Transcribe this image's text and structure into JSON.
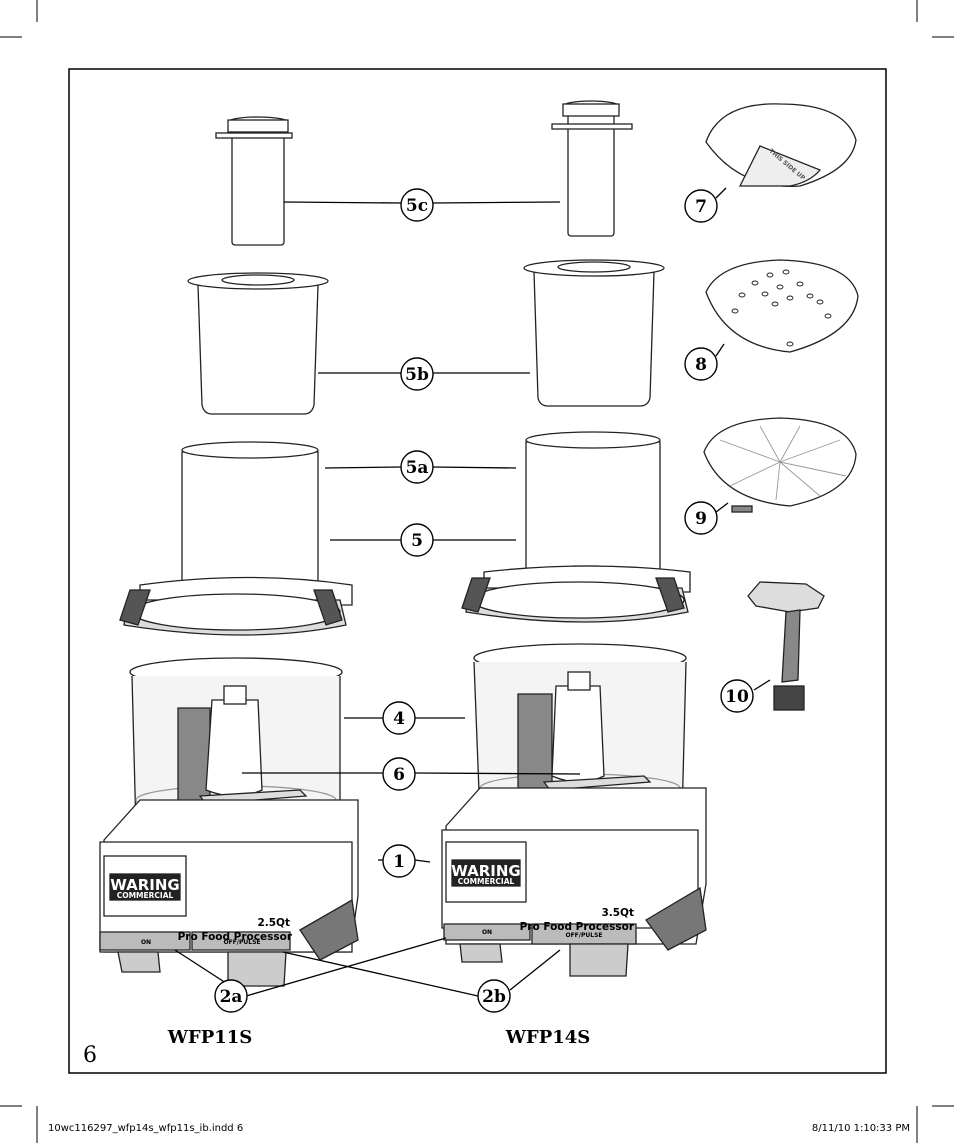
{
  "page": {
    "page_number": "6",
    "slug_left": "10wc116297_wfp14s_wfp11s_ib.indd   6",
    "slug_right": "8/11/10   1:10:33 PM"
  },
  "models": {
    "left": "WFP11S",
    "right": "WFP14S"
  },
  "callouts": {
    "c5c": "5c",
    "c5b": "5b",
    "c5a": "5a",
    "c5": "5",
    "c4": "4",
    "c6": "6",
    "c1": "1",
    "c2a": "2a",
    "c2b": "2b",
    "c7": "7",
    "c8": "8",
    "c9": "9",
    "c10": "10"
  },
  "left_unit": {
    "brand_top": "WARING",
    "brand_bottom": "COMMERCIAL",
    "capacity": "2.5Qt",
    "product": "Pro Food Processor",
    "btn_on": "ON",
    "btn_off": "OFF/PULSE"
  },
  "right_unit": {
    "brand_top": "WARING",
    "brand_bottom": "COMMERCIAL",
    "capacity": "3.5Qt",
    "product": "Pro Food Processor",
    "btn_on": "ON",
    "btn_off": "OFF/PULSE"
  },
  "disc_text": "THIS SIDE UP"
}
